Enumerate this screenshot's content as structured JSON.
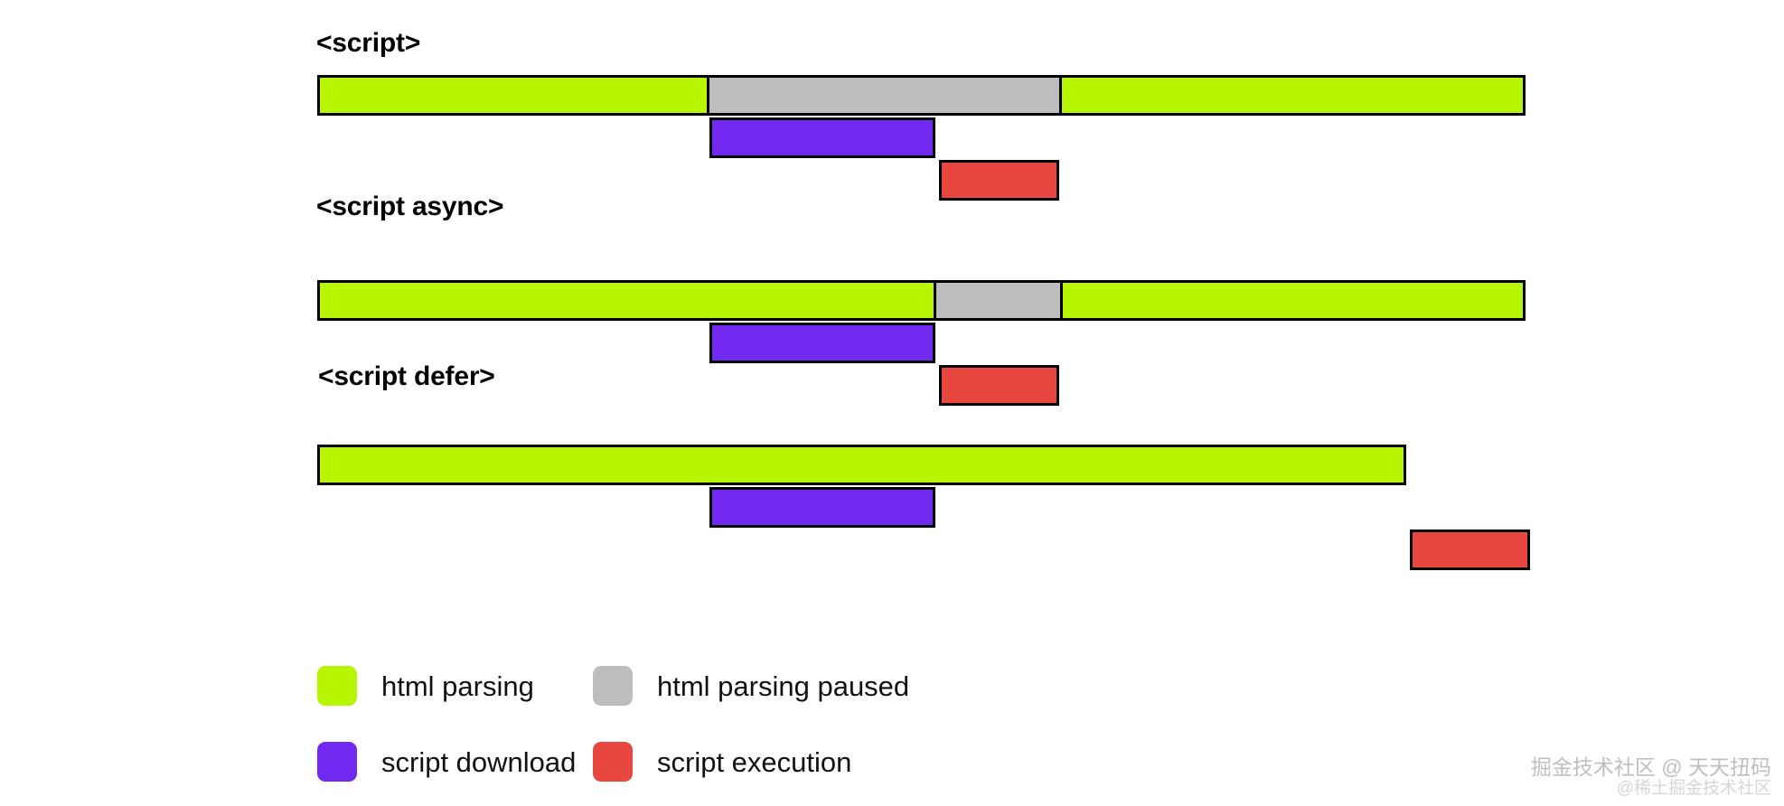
{
  "diagram": {
    "title_rows": [
      {
        "label": "<script>"
      },
      {
        "label": "<script async>"
      },
      {
        "label": "<script defer>"
      }
    ]
  },
  "colors": {
    "html_parsing": "#b8f500",
    "html_parsing_paused": "#bdbdbd",
    "script_download": "#7129f0",
    "script_execution": "#e8473f",
    "outline": "#000000",
    "background": "#ffffff"
  },
  "rows": [
    {
      "id": "script",
      "label": "<script>",
      "parse_bar": [
        {
          "kind": "html parsing",
          "color_key": "html_parsing"
        },
        {
          "kind": "html parsing paused",
          "color_key": "html_parsing_paused"
        },
        {
          "kind": "html parsing",
          "color_key": "html_parsing"
        }
      ],
      "download_bar": {
        "kind": "script download"
      },
      "execution_bar": {
        "kind": "script execution"
      }
    },
    {
      "id": "script-async",
      "label": "<script async>",
      "parse_bar": [
        {
          "kind": "html parsing",
          "color_key": "html_parsing"
        },
        {
          "kind": "html parsing paused",
          "color_key": "html_parsing_paused"
        },
        {
          "kind": "html parsing",
          "color_key": "html_parsing"
        }
      ],
      "download_bar": {
        "kind": "script download"
      },
      "execution_bar": {
        "kind": "script execution"
      }
    },
    {
      "id": "script-defer",
      "label": "<script defer>",
      "parse_bar": [
        {
          "kind": "html parsing",
          "color_key": "html_parsing"
        }
      ],
      "download_bar": {
        "kind": "script download"
      },
      "execution_bar": {
        "kind": "script execution"
      }
    }
  ],
  "legend": {
    "items": [
      {
        "label": "html parsing",
        "color_key": "html_parsing"
      },
      {
        "label": "html parsing paused",
        "color_key": "html_parsing_paused"
      },
      {
        "label": "script download",
        "color_key": "script_download"
      },
      {
        "label": "script execution",
        "color_key": "script_execution"
      }
    ]
  },
  "watermark": {
    "line1": "掘金技术社区 @ 天天扭码",
    "line2": "@稀土掘金技术社区"
  }
}
